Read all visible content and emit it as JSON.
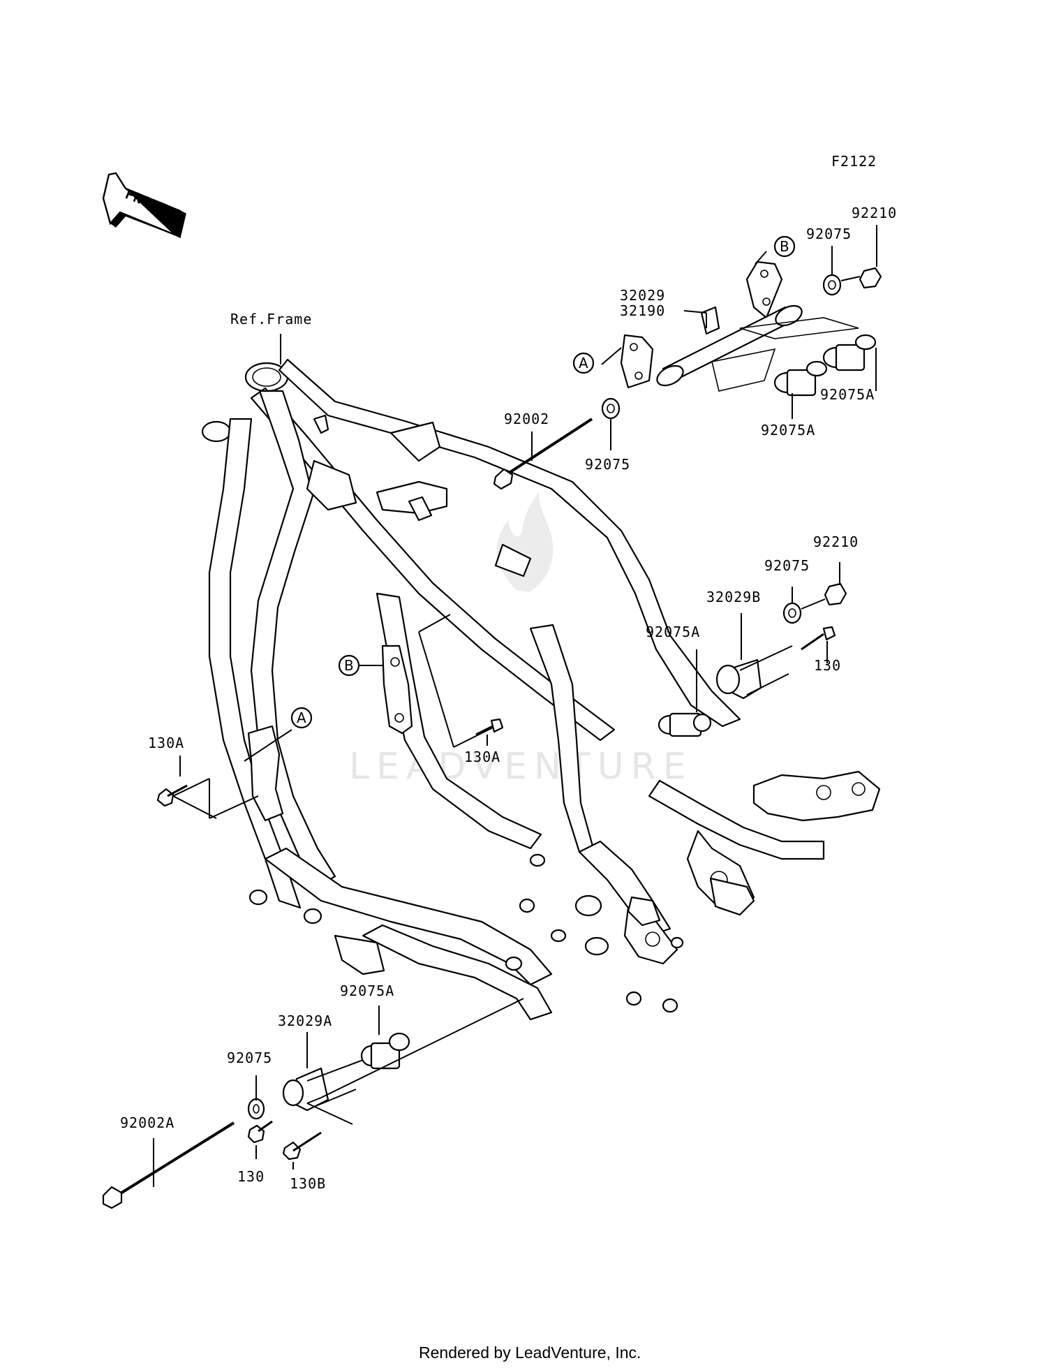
{
  "figure_code": "F2122",
  "front_label": "FRONT",
  "ref_frame_label": "Ref.Frame",
  "watermark_text": "LEADVENTURE",
  "footer_text": "Rendered by LeadVenture, Inc.",
  "callouts": {
    "a": "A",
    "b": "B"
  },
  "parts": {
    "p92210_top": "92210",
    "p92075_top": "92075",
    "p32029": "32029",
    "p32190": "32190",
    "p92002": "92002",
    "p92075_mid": "92075",
    "p92075A_1": "92075A",
    "p92075A_2": "92075A",
    "p92210_right": "92210",
    "p92075_right": "92075",
    "p32029B": "32029B",
    "p92075A_right": "92075A",
    "p130_right": "130",
    "p130A_left": "130A",
    "p130A_center": "130A",
    "p92075A_bottom": "92075A",
    "p32029A": "32029A",
    "p92075_bottom": "92075",
    "p92002A": "92002A",
    "p130_bottom": "130",
    "p130B": "130B"
  }
}
